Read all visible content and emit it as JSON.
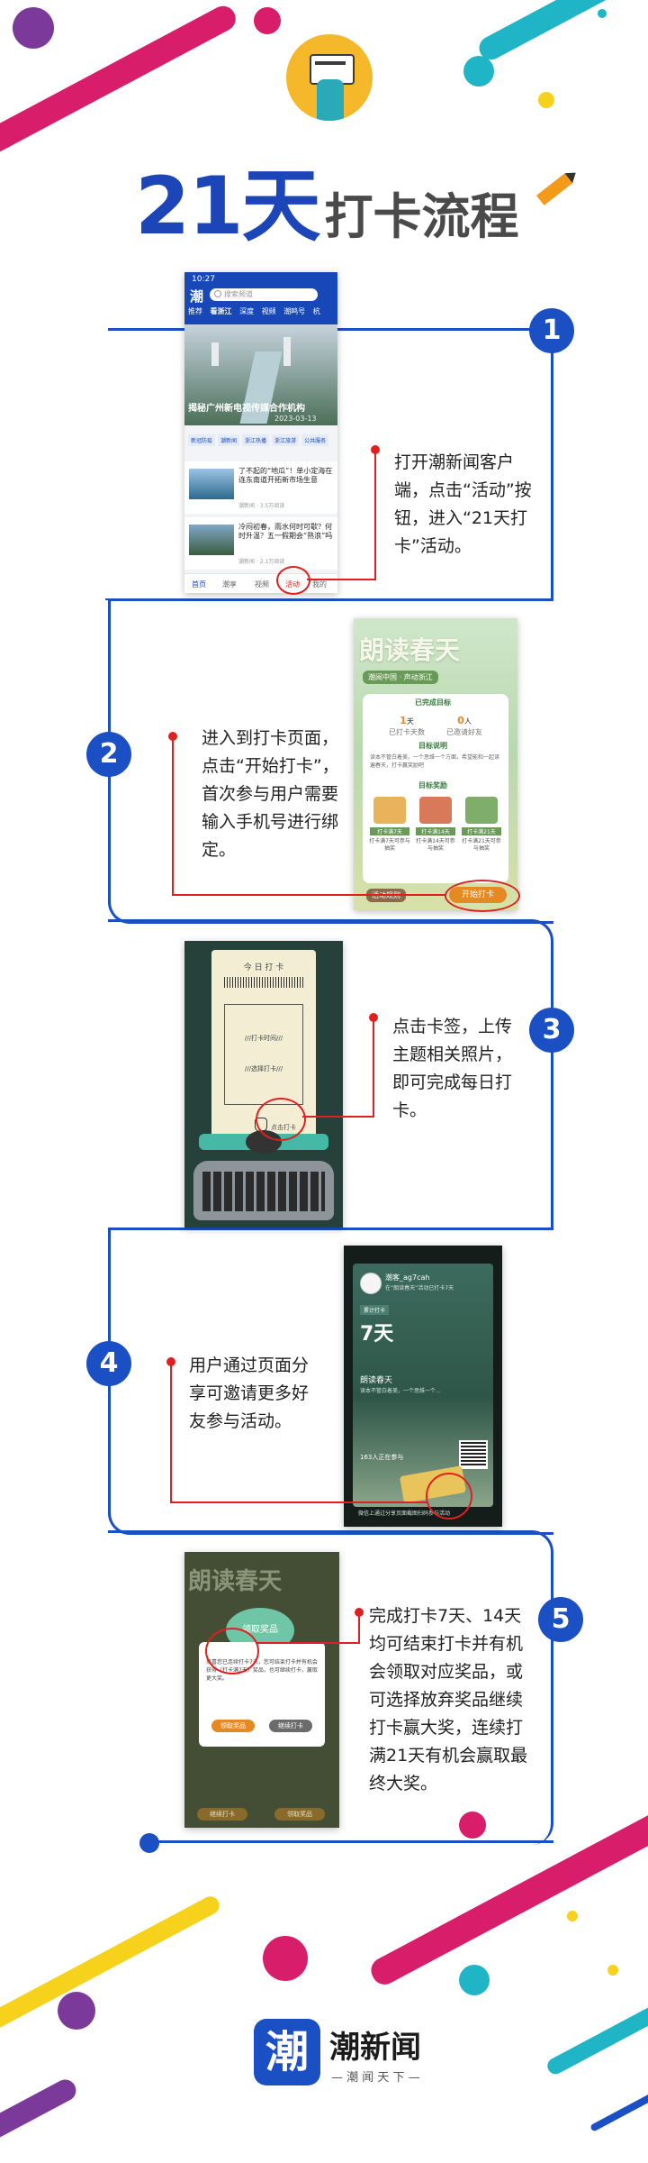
{
  "title": {
    "main": "21天",
    "sub": "打卡流程"
  },
  "steps": [
    {
      "number": "1",
      "text": "打开潮新闻客户端，点击“活动”按钮，进入“21天打卡”活动。"
    },
    {
      "number": "2",
      "text": "进入到打卡页面，点击“开始打卡”，首次参与用户需要输入手机号进行绑定。"
    },
    {
      "number": "3",
      "text": "点击卡签，上传主题相关照片，即可完成每日打卡。"
    },
    {
      "number": "4",
      "text": "用户通过页面分享可邀请更多好友参与活动。"
    },
    {
      "number": "5",
      "text": "完成打卡7天、14天均可结束打卡并有机会领取对应奖品，或可选择放弃奖品继续打卡赢大奖，连续打满21天有机会赢取最终大奖。"
    }
  ],
  "shot1": {
    "time": "10:27",
    "search_placeholder": "搜索频道",
    "tabs": [
      "推荐",
      "看浙江",
      "深度",
      "视频",
      "潮鸣号",
      "杭"
    ],
    "headline": "揭秘广州新电视传媒合作机构",
    "banner_date": "2023-03-13",
    "chips": [
      "新冠防疫",
      "潮新闻",
      "浙江热播",
      "浙江旅游",
      "公共服务"
    ],
    "news": [
      {
        "title": "了不起的“地瓜”！单小定海在连东南道开拓新市场生意",
        "meta": "潮新闻 · 3.5万阅读"
      },
      {
        "title": "冷闷初春，雨水何时可歇？何时升温？五一假期会“熟浪”吗",
        "meta": "潮新闻 · 2.1万阅读"
      }
    ],
    "bottom_nav": [
      "首页",
      "潮享",
      "视频",
      "活动",
      "我的"
    ]
  },
  "shot2": {
    "title": "朗读春天",
    "badge": "潮阅中国 · 声动浙江",
    "done_label": "已完成目标",
    "stats": [
      {
        "num": "1",
        "unit": "天",
        "label": "已打卡天数"
      },
      {
        "num": "0",
        "unit": "人",
        "label": "已邀请好友"
      }
    ],
    "theme_label": "目标说明",
    "theme_text": "读本不管白着美，一个思维一个方面，希望能和一起读遍春天，打卡赢奖励吧",
    "reward_label": "目标奖励",
    "rewards": [
      {
        "tag": "打卡满7天",
        "text": "打卡满7天可参与抽奖"
      },
      {
        "tag": "打卡满14天",
        "text": "打卡满14天可参与抽奖"
      },
      {
        "tag": "打卡满21天",
        "text": "打卡满21天可参与抽奖"
      }
    ],
    "button": "开始打卡",
    "footer": "活动规则"
  },
  "shot3": {
    "ticket_title": "今 日 打 卡",
    "time_line": "///打卡时间///",
    "theme_line": "///选择打卡///",
    "hint": "点击打卡"
  },
  "shot4": {
    "user_name": "潮客_ag7cah",
    "user_sub": "在“朗读春天”活动已打卡7天",
    "days_label": "累计打卡",
    "days_value": "7天",
    "quote_title": "朗读春天",
    "quote_text": "读本不管白着美，一个思维一个...",
    "participants": "163人正在参与",
    "footer_text": "微信上通过分享页面截图扫码参与活动"
  },
  "shot5": {
    "bg_title": "朗读春天",
    "badge": "领取奖品",
    "modal_text": "恭喜您已连续打卡7天，您可结束打卡并有机会获得（打卡满7天）奖品，也可继续打卡，赢取更大奖。",
    "accept": "领取奖品",
    "continue": "继续打卡",
    "bottom_left": "继续打卡",
    "bottom_right": "领取奖品"
  },
  "footer": {
    "logo_char": "潮",
    "name": "潮新闻",
    "tagline": "— 潮 闻 天 下 —"
  },
  "colors": {
    "blue": "#1b4fc4",
    "red": "#e02020",
    "pink": "#d81d6a",
    "cyan": "#1fb5c6",
    "yellow": "#f6d21c",
    "purple": "#7b3a9a"
  },
  "icons": [
    "pencil-icon",
    "hand-holding-card-icon",
    "search-icon",
    "pointer-hand-icon",
    "qr-code-icon",
    "avatar-icon"
  ]
}
